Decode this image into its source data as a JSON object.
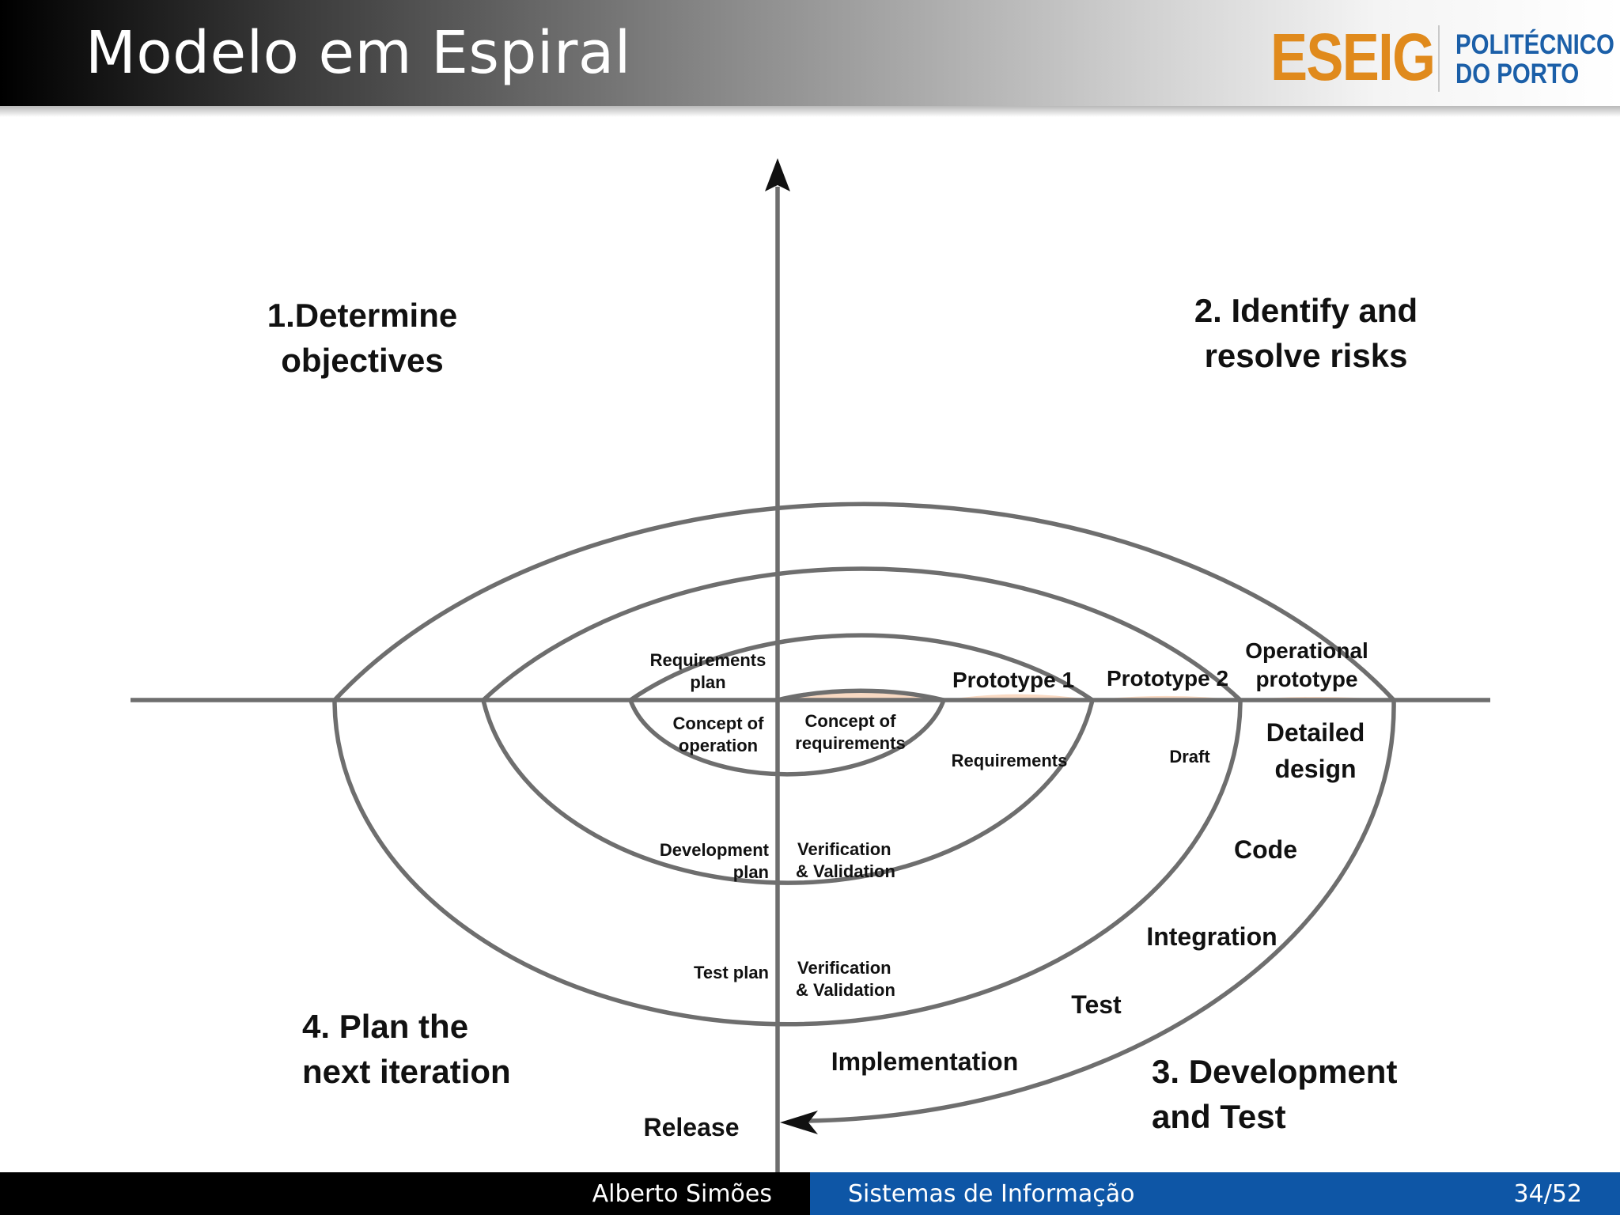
{
  "header": {
    "title": "Modelo em Espiral"
  },
  "logo": {
    "eseig": "ESEIG",
    "politecnico_line1": "POLITÉCNICO",
    "politecnico_line2": "DO PORTO",
    "colors": {
      "eseig": "#e08a1c",
      "politecnico": "#1b5fa8"
    }
  },
  "diagram": {
    "quadrants": {
      "q1": [
        "1.Determine",
        "objectives"
      ],
      "q2": [
        "2. Identify and",
        "resolve risks"
      ],
      "q3": [
        "3. Development",
        "and Test"
      ],
      "q4": [
        "4. Plan the",
        "next iteration"
      ]
    },
    "prototypes": {
      "p1": "Prototype 1",
      "p2": "Prototype 2",
      "operational": [
        "Operational",
        "prototype"
      ]
    },
    "inner": {
      "requirements_plan": [
        "Requirements",
        "plan"
      ],
      "concept_of_operation": [
        "Concept of",
        "operation"
      ],
      "concept_of_requirements": [
        "Concept of",
        "requirements"
      ],
      "requirements": "Requirements",
      "draft": "Draft",
      "development_plan": [
        "Development",
        "plan"
      ],
      "vv1": [
        "Verification",
        "& Validation"
      ],
      "test_plan": "Test plan",
      "vv2": [
        "Verification",
        "& Validation"
      ]
    },
    "development": {
      "detailed_design": [
        "Detailed",
        "design"
      ],
      "code": "Code",
      "integration": "Integration",
      "test": "Test",
      "implementation": "Implementation",
      "release": "Release"
    },
    "colors": {
      "spiral": "#6e6e6e",
      "prototype_wedge": "#f9d9c2"
    }
  },
  "footer": {
    "author": "Alberto Simões",
    "course": "Sistemas de Informação",
    "page": "34/52"
  }
}
